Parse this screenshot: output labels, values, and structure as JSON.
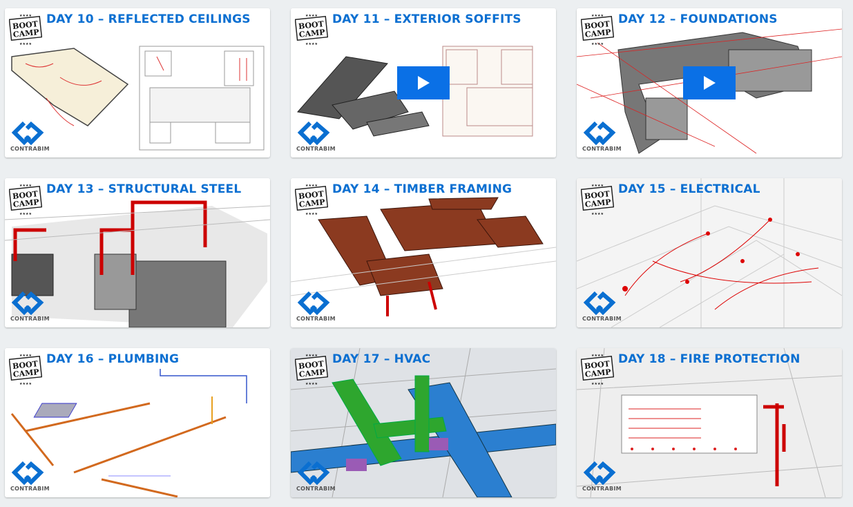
{
  "brand": {
    "stamp_line1": "BOOT",
    "stamp_line2": "CAMP",
    "logo_text": "CONTRABIM",
    "title_color": "#0b6fd1",
    "play_color": "#0a70e6"
  },
  "cards": [
    {
      "title": "DAY 10 – REFLECTED CEILINGS",
      "theme": "plan",
      "play": false
    },
    {
      "title": "DAY 11 – EXTERIOR SOFFITS",
      "theme": "soffit",
      "play": true
    },
    {
      "title": "DAY 12 – FOUNDATIONS",
      "theme": "found",
      "play": true
    },
    {
      "title": "DAY 13 – STRUCTURAL STEEL",
      "theme": "steel",
      "play": false
    },
    {
      "title": "DAY 14 – TIMBER FRAMING",
      "theme": "timber",
      "play": false
    },
    {
      "title": "DAY 15 – ELECTRICAL",
      "theme": "elec",
      "play": false
    },
    {
      "title": "DAY 16 – PLUMBING",
      "theme": "plumb",
      "play": false
    },
    {
      "title": "DAY 17 – HVAC",
      "theme": "hvac",
      "play": false
    },
    {
      "title": "DAY 18 – FIRE PROTECTION",
      "theme": "fire",
      "play": false
    }
  ]
}
